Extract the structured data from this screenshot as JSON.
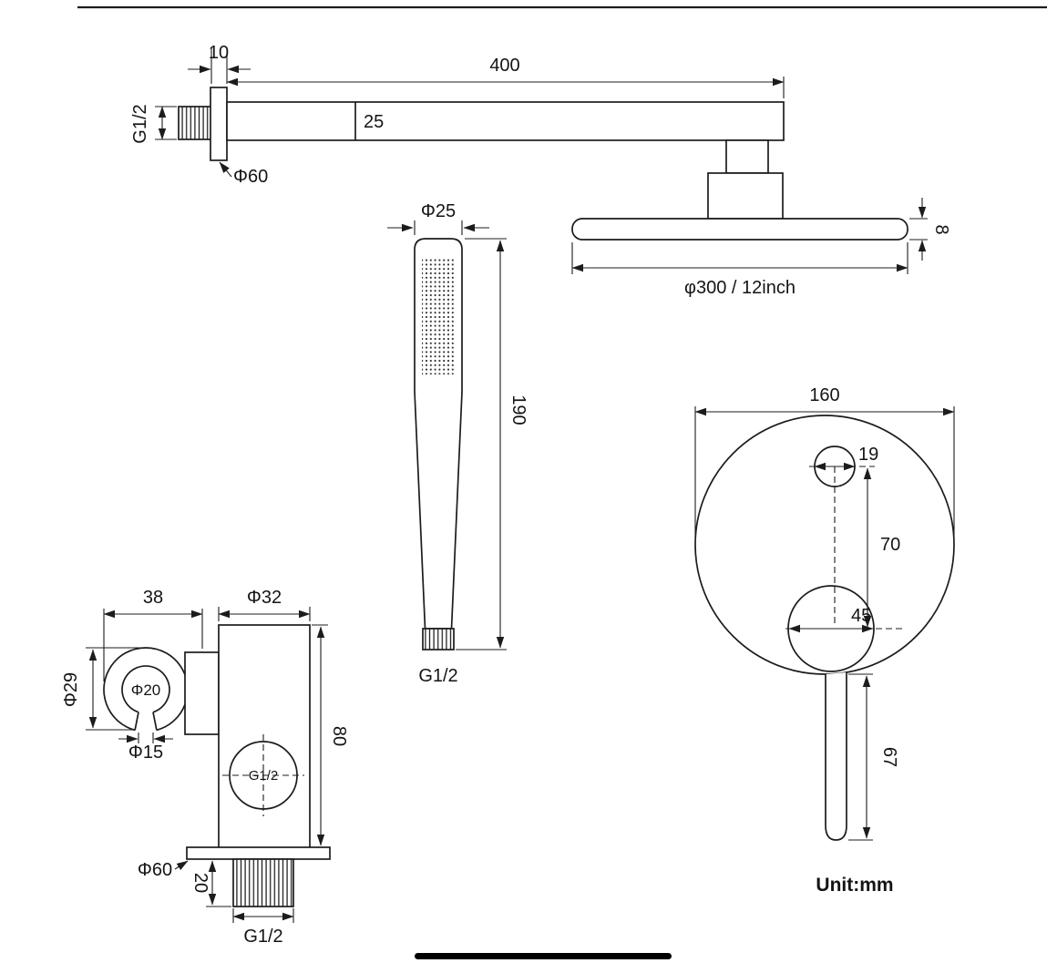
{
  "colors": {
    "ink": "#1c1c1c",
    "background": "#ffffff"
  },
  "unit_note": "Unit:mm",
  "shower_arm": {
    "flange_width": "10",
    "arm_length": "400",
    "arm_height": "25",
    "wall_thread": "G1/2",
    "flange_diameter": "Φ60"
  },
  "shower_head": {
    "thickness": "8",
    "diameter": "φ300 / 12inch"
  },
  "hand_shower": {
    "head_diameter": "Φ25",
    "length": "190",
    "inlet_thread": "G1/2"
  },
  "mixer_valve": {
    "plate_diameter": "160",
    "diverter_diameter": "19",
    "center_distance": "70",
    "handle_hub_diameter": "45",
    "handle_length": "67"
  },
  "wall_bracket": {
    "holder_width": "38",
    "body_diameter": "Φ32",
    "holder_outer_diameter": "Φ29",
    "holder_bore_diameter": "Φ20",
    "holder_slot": "Φ15",
    "outlet_thread": "G1/2",
    "body_height": "80",
    "flange_diameter": "Φ60",
    "pipe_length": "20",
    "pipe_thread": "G1/2"
  }
}
